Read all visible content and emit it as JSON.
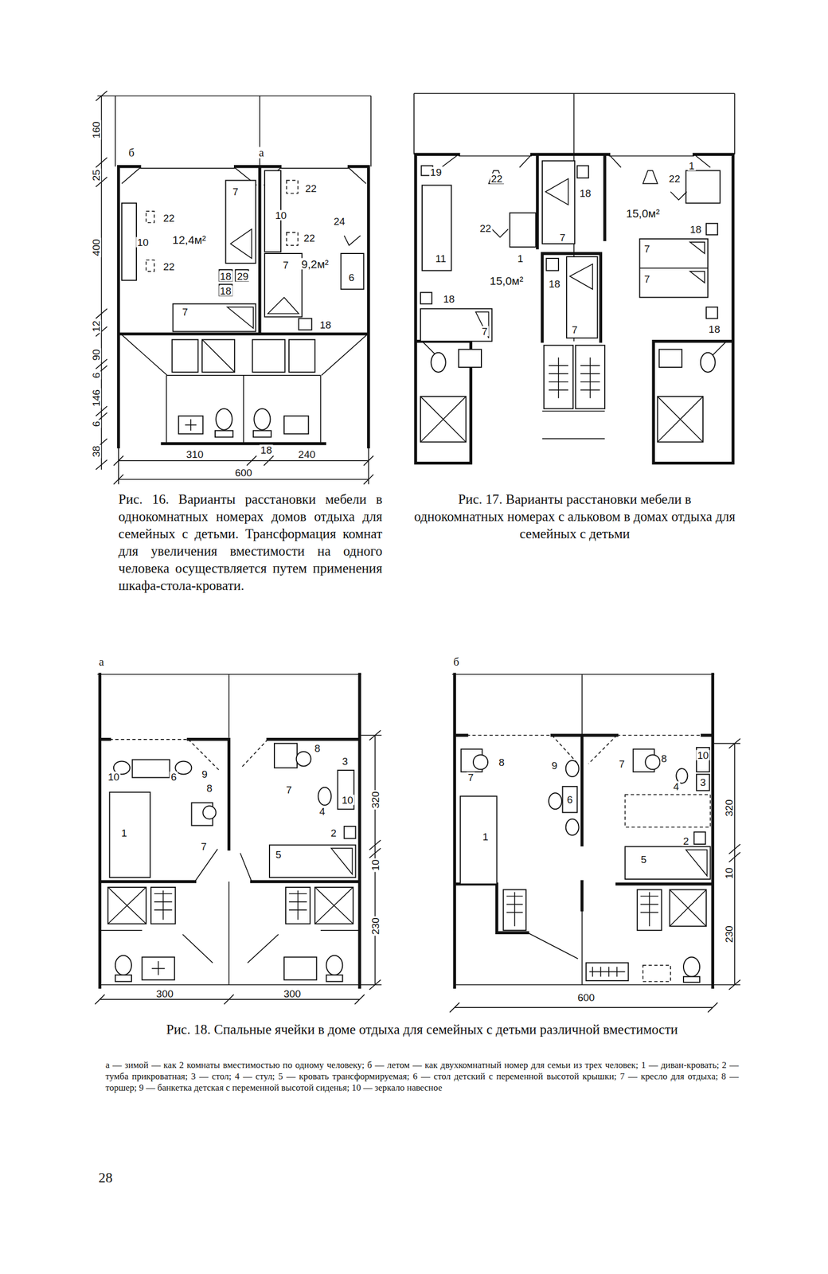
{
  "diagram": {
    "labels": [
      "160",
      "25",
      "400",
      "12",
      "90",
      "6",
      "146",
      "6",
      "38",
      "б",
      "а",
      "10",
      "22",
      "22",
      "12,4м²",
      "7",
      "18",
      "29",
      "18",
      "7",
      "10",
      "22",
      "22",
      "24",
      "7",
      "9,2м²",
      "6",
      "18",
      "310",
      "18",
      "240",
      "600",
      "Рис. 16. Варианты расстановки мебели в однокомнатных номерах домов отдыха для семейных с детьми. Трансформация комнат для увеличения вместимости на одного человека осуществляется путем применения шкафа-стола-кровати.",
      "19",
      "22",
      "22",
      "18",
      "22",
      "1",
      "15,0м²",
      "18",
      "11",
      "1",
      "15,0м²",
      "18",
      "18",
      "7",
      "7",
      "7",
      "7",
      "7",
      "18",
      "Рис. 17. Варианты расстановки мебели в однокомнатных номерах с альковом в домах отдыха для семейных с детьми",
      "а",
      "10",
      "6",
      "9",
      "8",
      "1",
      "7",
      "8",
      "3",
      "7",
      "4",
      "10",
      "2",
      "5",
      "320",
      "10",
      "230",
      "300",
      "300",
      "б",
      "8",
      "7",
      "9",
      "6",
      "1",
      "7",
      "8",
      "10",
      "4",
      "3",
      "2",
      "5",
      "320",
      "10",
      "230",
      "600",
      "Рис. 18. Спальные ячейки в доме отдыха для семейных с детьми различной вместимости",
      "а — зимой — как 2 комнаты вместимостью по одному человеку; б — летом — как двухкомнатный номер для семьи из трех человек; 1 — диван-кровать; 2 — тумба прикроватная; 3 — стол; 4 — стул; 5 — кровать трансформируемая; 6 — стол детский с переменной высотой крышки; 7 — кресло для отдыха; 8 — торшер; 9 — банкетка детская с переменной высотой сиденья; 10 — зеркало навесное",
      "28"
    ]
  }
}
